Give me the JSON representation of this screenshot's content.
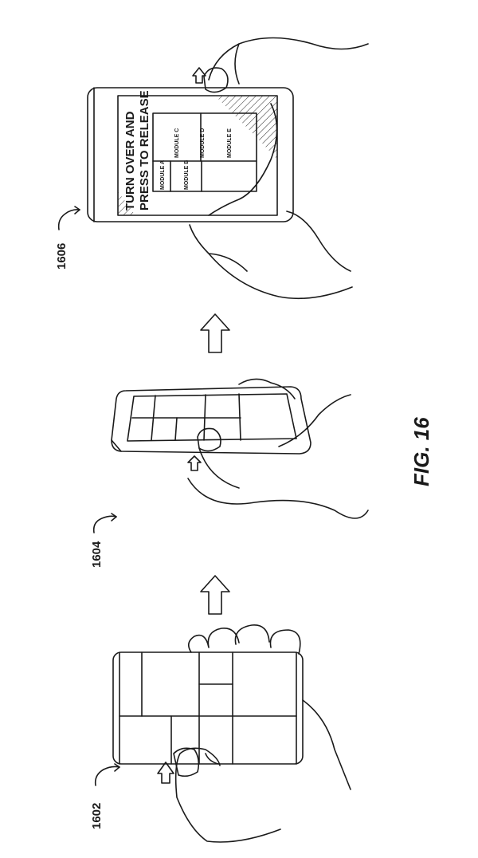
{
  "figure": {
    "caption": "FIG. 16",
    "stroke_color": "#1a1a1a",
    "background_color": "#ffffff"
  },
  "steps": [
    {
      "ref": "1602",
      "description": "Device with modular tile layout held horizontally; finger presses release button on side"
    },
    {
      "ref": "1604",
      "description": "Device tilted and turned over in hand with thumb pressing release button"
    },
    {
      "ref": "1606",
      "description": "Device screen shows release instructions and module list"
    }
  ],
  "screen_1606": {
    "heading_line1": "TURN OVER AND",
    "heading_line2": "PRESS TO RELEASE",
    "modules": {
      "a": "MODULE A",
      "b": "MODULE B",
      "c": "MODULE C",
      "d": "MODULE D",
      "e": "MODULE E"
    }
  },
  "arrows": [
    {
      "name": "transition-arrow-1-to-2",
      "direction": "up"
    },
    {
      "name": "transition-arrow-2-to-3",
      "direction": "up"
    }
  ]
}
